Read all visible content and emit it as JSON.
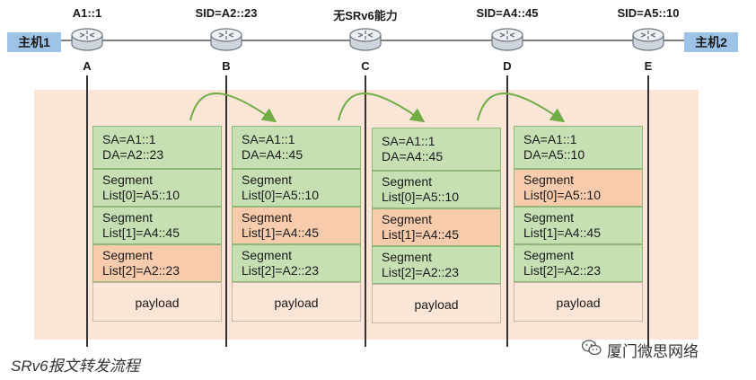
{
  "hosts": {
    "left": "主机1",
    "right": "主机2"
  },
  "routers": [
    {
      "label": "A1::1",
      "letter": "A"
    },
    {
      "label": "SID=A2::23",
      "letter": "B"
    },
    {
      "label": "无SRv6能力",
      "letter": "C"
    },
    {
      "label": "SID=A4::45",
      "letter": "D"
    },
    {
      "label": "SID=A5::10",
      "letter": "E"
    }
  ],
  "packets": [
    {
      "header": [
        "SA=A1::1",
        "DA=A2::23"
      ],
      "segments": [
        [
          "Segment",
          "List[0]=A5::10"
        ],
        [
          "Segment",
          "List[1]=A4::45"
        ],
        [
          "Segment",
          "List[2]=A2::23"
        ]
      ],
      "active_segment": 2,
      "payload": "payload"
    },
    {
      "header": [
        "SA=A1::1",
        "DA=A4::45"
      ],
      "segments": [
        [
          "Segment",
          "List[0]=A5::10"
        ],
        [
          "Segment",
          "List[1]=A4::45"
        ],
        [
          "Segment",
          "List[2]=A2::23"
        ]
      ],
      "active_segment": 1,
      "payload": "payload"
    },
    {
      "header": [
        "SA=A1::1",
        "DA=A4::45"
      ],
      "segments": [
        [
          "Segment",
          "List[0]=A5::10"
        ],
        [
          "Segment",
          "List[1]=A4::45"
        ],
        [
          "Segment",
          "List[2]=A2::23"
        ]
      ],
      "active_segment": 1,
      "payload": "payload"
    },
    {
      "header": [
        "SA=A1::1",
        "DA=A5::10"
      ],
      "segments": [
        [
          "Segment",
          "List[0]=A5::10"
        ],
        [
          "Segment",
          "List[1]=A4::45"
        ],
        [
          "Segment",
          "List[2]=A2::23"
        ]
      ],
      "active_segment": 0,
      "payload": "payload"
    }
  ],
  "caption": "SRv6报文转发流程",
  "watermark": "厦门微思网络",
  "colors": {
    "header": "#c6e0b4",
    "segment": "#c6e0b4",
    "active_segment": "#f8cbad",
    "payload": "#fbe5d6",
    "panel": "#fbe5d6",
    "host": "#9dc3e6"
  }
}
